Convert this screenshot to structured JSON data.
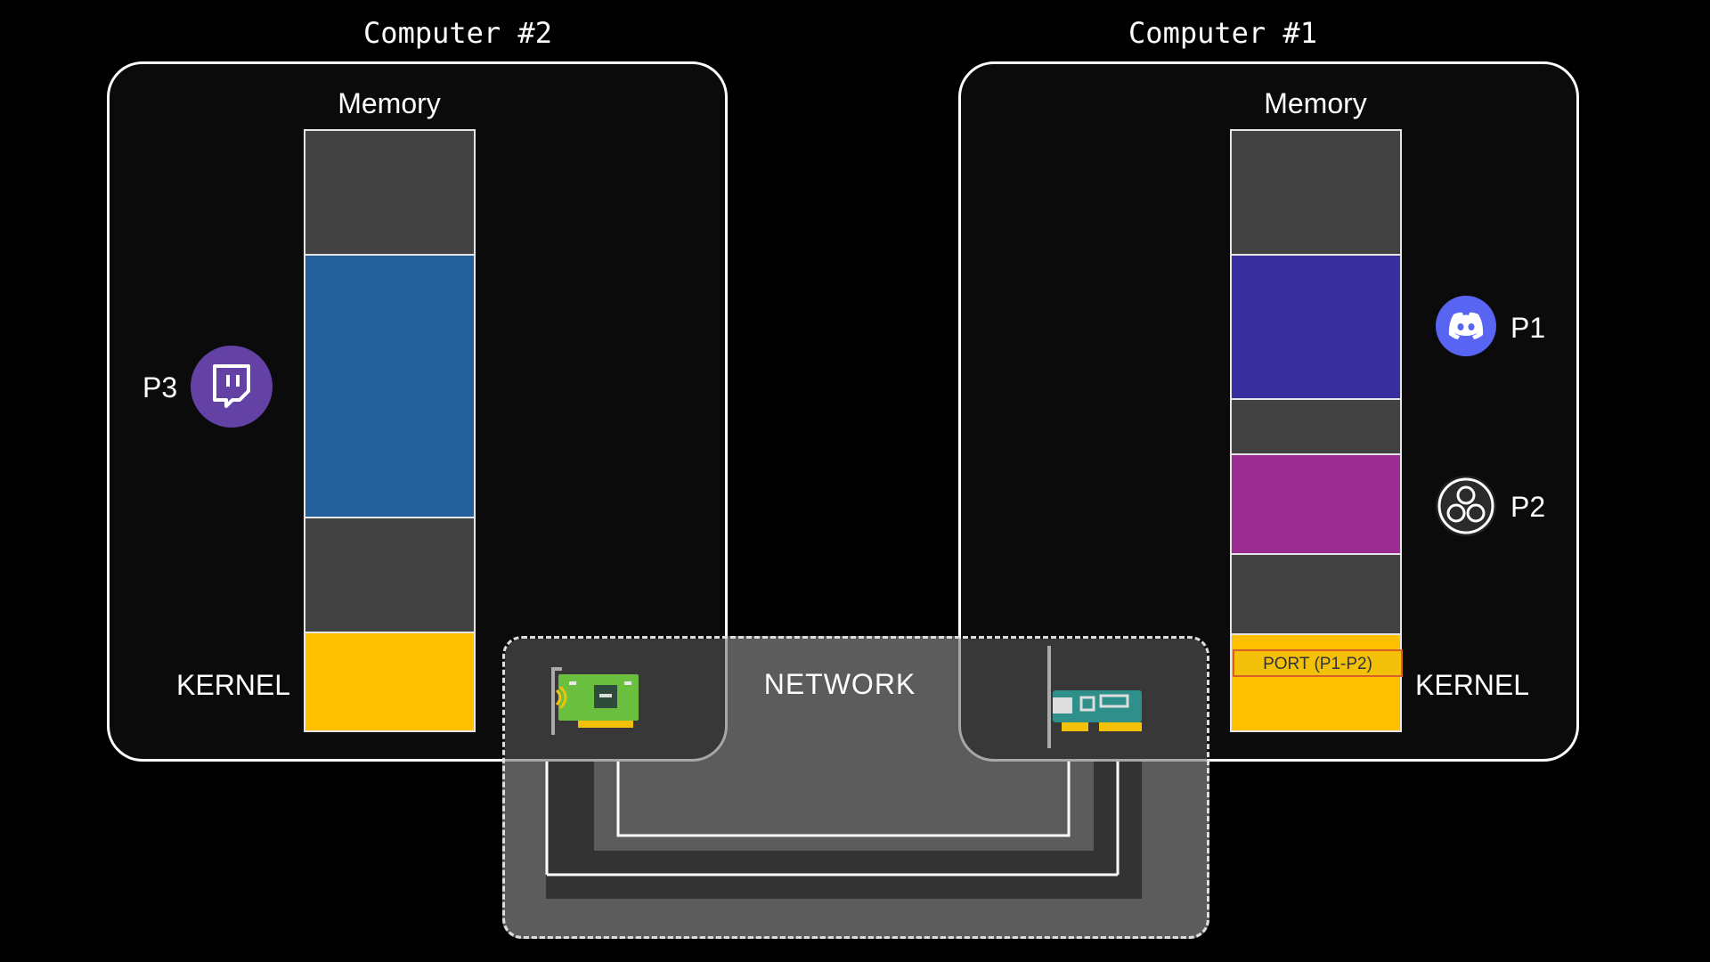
{
  "computers": {
    "left": {
      "title": "Computer #2",
      "memory_label": "Memory",
      "kernel_label": "KERNEL",
      "process": {
        "label": "P3",
        "icon": "twitch-icon",
        "color": "#6441a5"
      }
    },
    "right": {
      "title": "Computer #1",
      "memory_label": "Memory",
      "kernel_label": "KERNEL",
      "processes": [
        {
          "label": "P1",
          "icon": "discord-icon",
          "color": "#5865f2"
        },
        {
          "label": "P2",
          "icon": "obs-icon",
          "color": "#2b2b2b"
        }
      ],
      "port_label": "PORT (P1-P2)"
    }
  },
  "network": {
    "label": "NETWORK"
  },
  "colors": {
    "empty": "#424242",
    "p3": "#235f9b",
    "p1": "#392f9e",
    "p2": "#9c2c92",
    "kernel": "#ffc000"
  }
}
